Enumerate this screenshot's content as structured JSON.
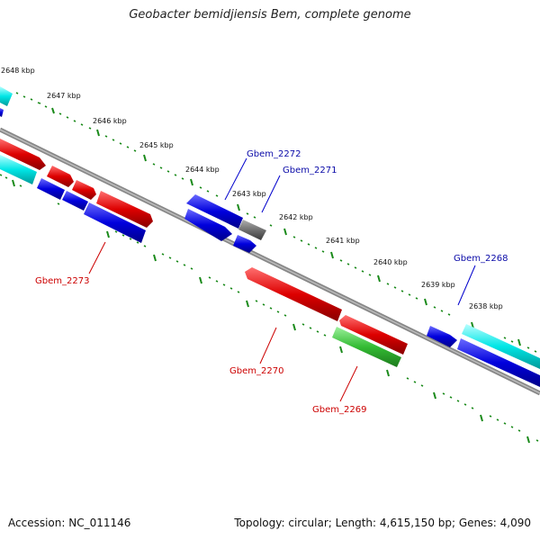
{
  "title": "Geobacter bemidjiensis Bem, complete genome",
  "accession": "Accession: NC_011146",
  "summary": "Topology: circular; Length: 4,615,150 bp; Genes: 4,090",
  "kbp_labels": [
    "2648 kbp",
    "2647 kbp",
    "2646 kbp",
    "2645 kbp",
    "2644 kbp",
    "2643 kbp",
    "2642 kbp",
    "2641 kbp",
    "2640 kbp",
    "2639 kbp",
    "2638 kbp"
  ],
  "genes": [
    {
      "name": "Gbem_2272",
      "color": "#0a0aa8"
    },
    {
      "name": "Gbem_2271",
      "color": "#0a0aa8"
    },
    {
      "name": "Gbem_2268",
      "color": "#0a0aa8"
    },
    {
      "name": "Gbem_2273",
      "color": "#cc0000"
    },
    {
      "name": "Gbem_2270",
      "color": "#cc0000"
    },
    {
      "name": "Gbem_2269",
      "color": "#cc0000"
    }
  ],
  "colors": {
    "forward_cds": "#0000dd",
    "reverse_cds": "#dd0000",
    "rna": "#00e0e0",
    "other": "#707070",
    "green_feature": "#33bb33",
    "backbone": "#7a7a7a",
    "tick": "#1a8a1a"
  }
}
